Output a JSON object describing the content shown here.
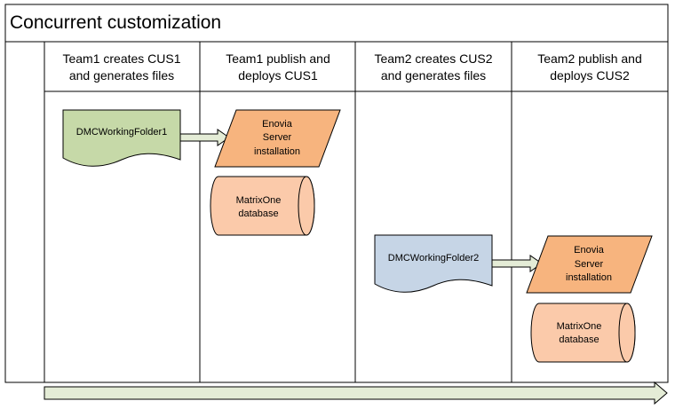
{
  "title": "Concurrent customization",
  "lanes": [
    {
      "line1": "Team1 creates CUS1",
      "line2": "and generates files"
    },
    {
      "line1": "Team1 publish and",
      "line2": "deploys CUS1"
    },
    {
      "line1": "Team2 creates CUS2",
      "line2": "and generates files"
    },
    {
      "line1": "Team2 publish and",
      "line2": "deploys CUS2"
    }
  ],
  "shapes": {
    "folder1": {
      "label": "DMCWorkingFolder1",
      "fill": "#c6d9a8"
    },
    "server1": {
      "line1": "Enovia",
      "line2": "Server",
      "line3": "installation",
      "fill": "#f7b47e"
    },
    "db1": {
      "line1": "MatrixOne",
      "line2": "database",
      "fill": "#fbcaaa"
    },
    "folder2": {
      "label": "DMCWorkingFolder2",
      "fill": "#c6d5e6"
    },
    "server2": {
      "line1": "Enovia",
      "line2": "Server",
      "line3": "installation",
      "fill": "#f7b47e"
    },
    "db2": {
      "line1": "MatrixOne",
      "line2": "database",
      "fill": "#fbcaaa"
    }
  },
  "colors": {
    "arrow_fill": "#e4ecd6",
    "border": "#000000"
  }
}
